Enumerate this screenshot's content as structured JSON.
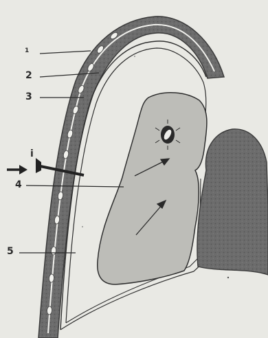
{
  "labels": {
    "l1": "1",
    "l2": "2",
    "l3": "3",
    "li": "i",
    "l4": "4",
    "l5": "5"
  }
}
